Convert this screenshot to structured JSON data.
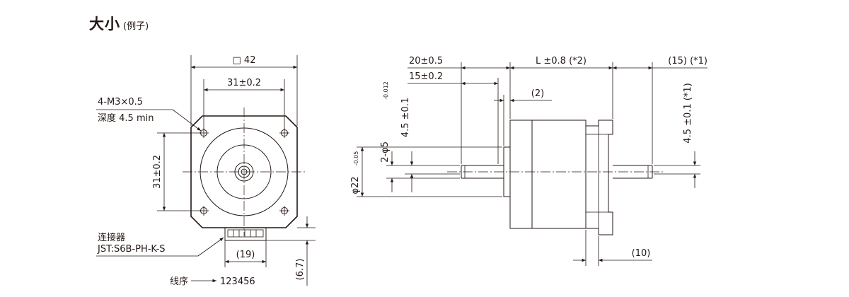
{
  "heading": {
    "title": "大小",
    "subtitle": "(例子)"
  },
  "front_view": {
    "dim_width": "□ 42",
    "dim_hole_h": "31±0.2",
    "dim_hole_v": "31±0.2",
    "screw_spec": "4-M3×0.5",
    "screw_depth": "深度 4.5 min",
    "connector_label": "连接器",
    "connector_model": "JST:S6B-PH-K-S",
    "dim_connector_w": "(19)",
    "dim_connector_h": "(6.7)",
    "wire_order_label": "线序",
    "wire_order": "123456"
  },
  "side_view": {
    "dim_front_shaft": "20±0.5",
    "dim_flat_len": "15±0.2",
    "dim_body_len": "L ±0.8 (*2)",
    "dim_rear_shaft": "(15) (*1)",
    "dim_boss_h": "(2)",
    "dim_shaft_dia": "2-φ5",
    "dim_shaft_dia_tol": "-0.012",
    "dim_flat_depth": "4.5 ±0.1",
    "dim_rear_flat": "4.5 ±0.1 (*1)",
    "dim_boss_dia": "φ22",
    "dim_boss_dia_tol": "-0.05",
    "dim_flange": "(10)"
  }
}
